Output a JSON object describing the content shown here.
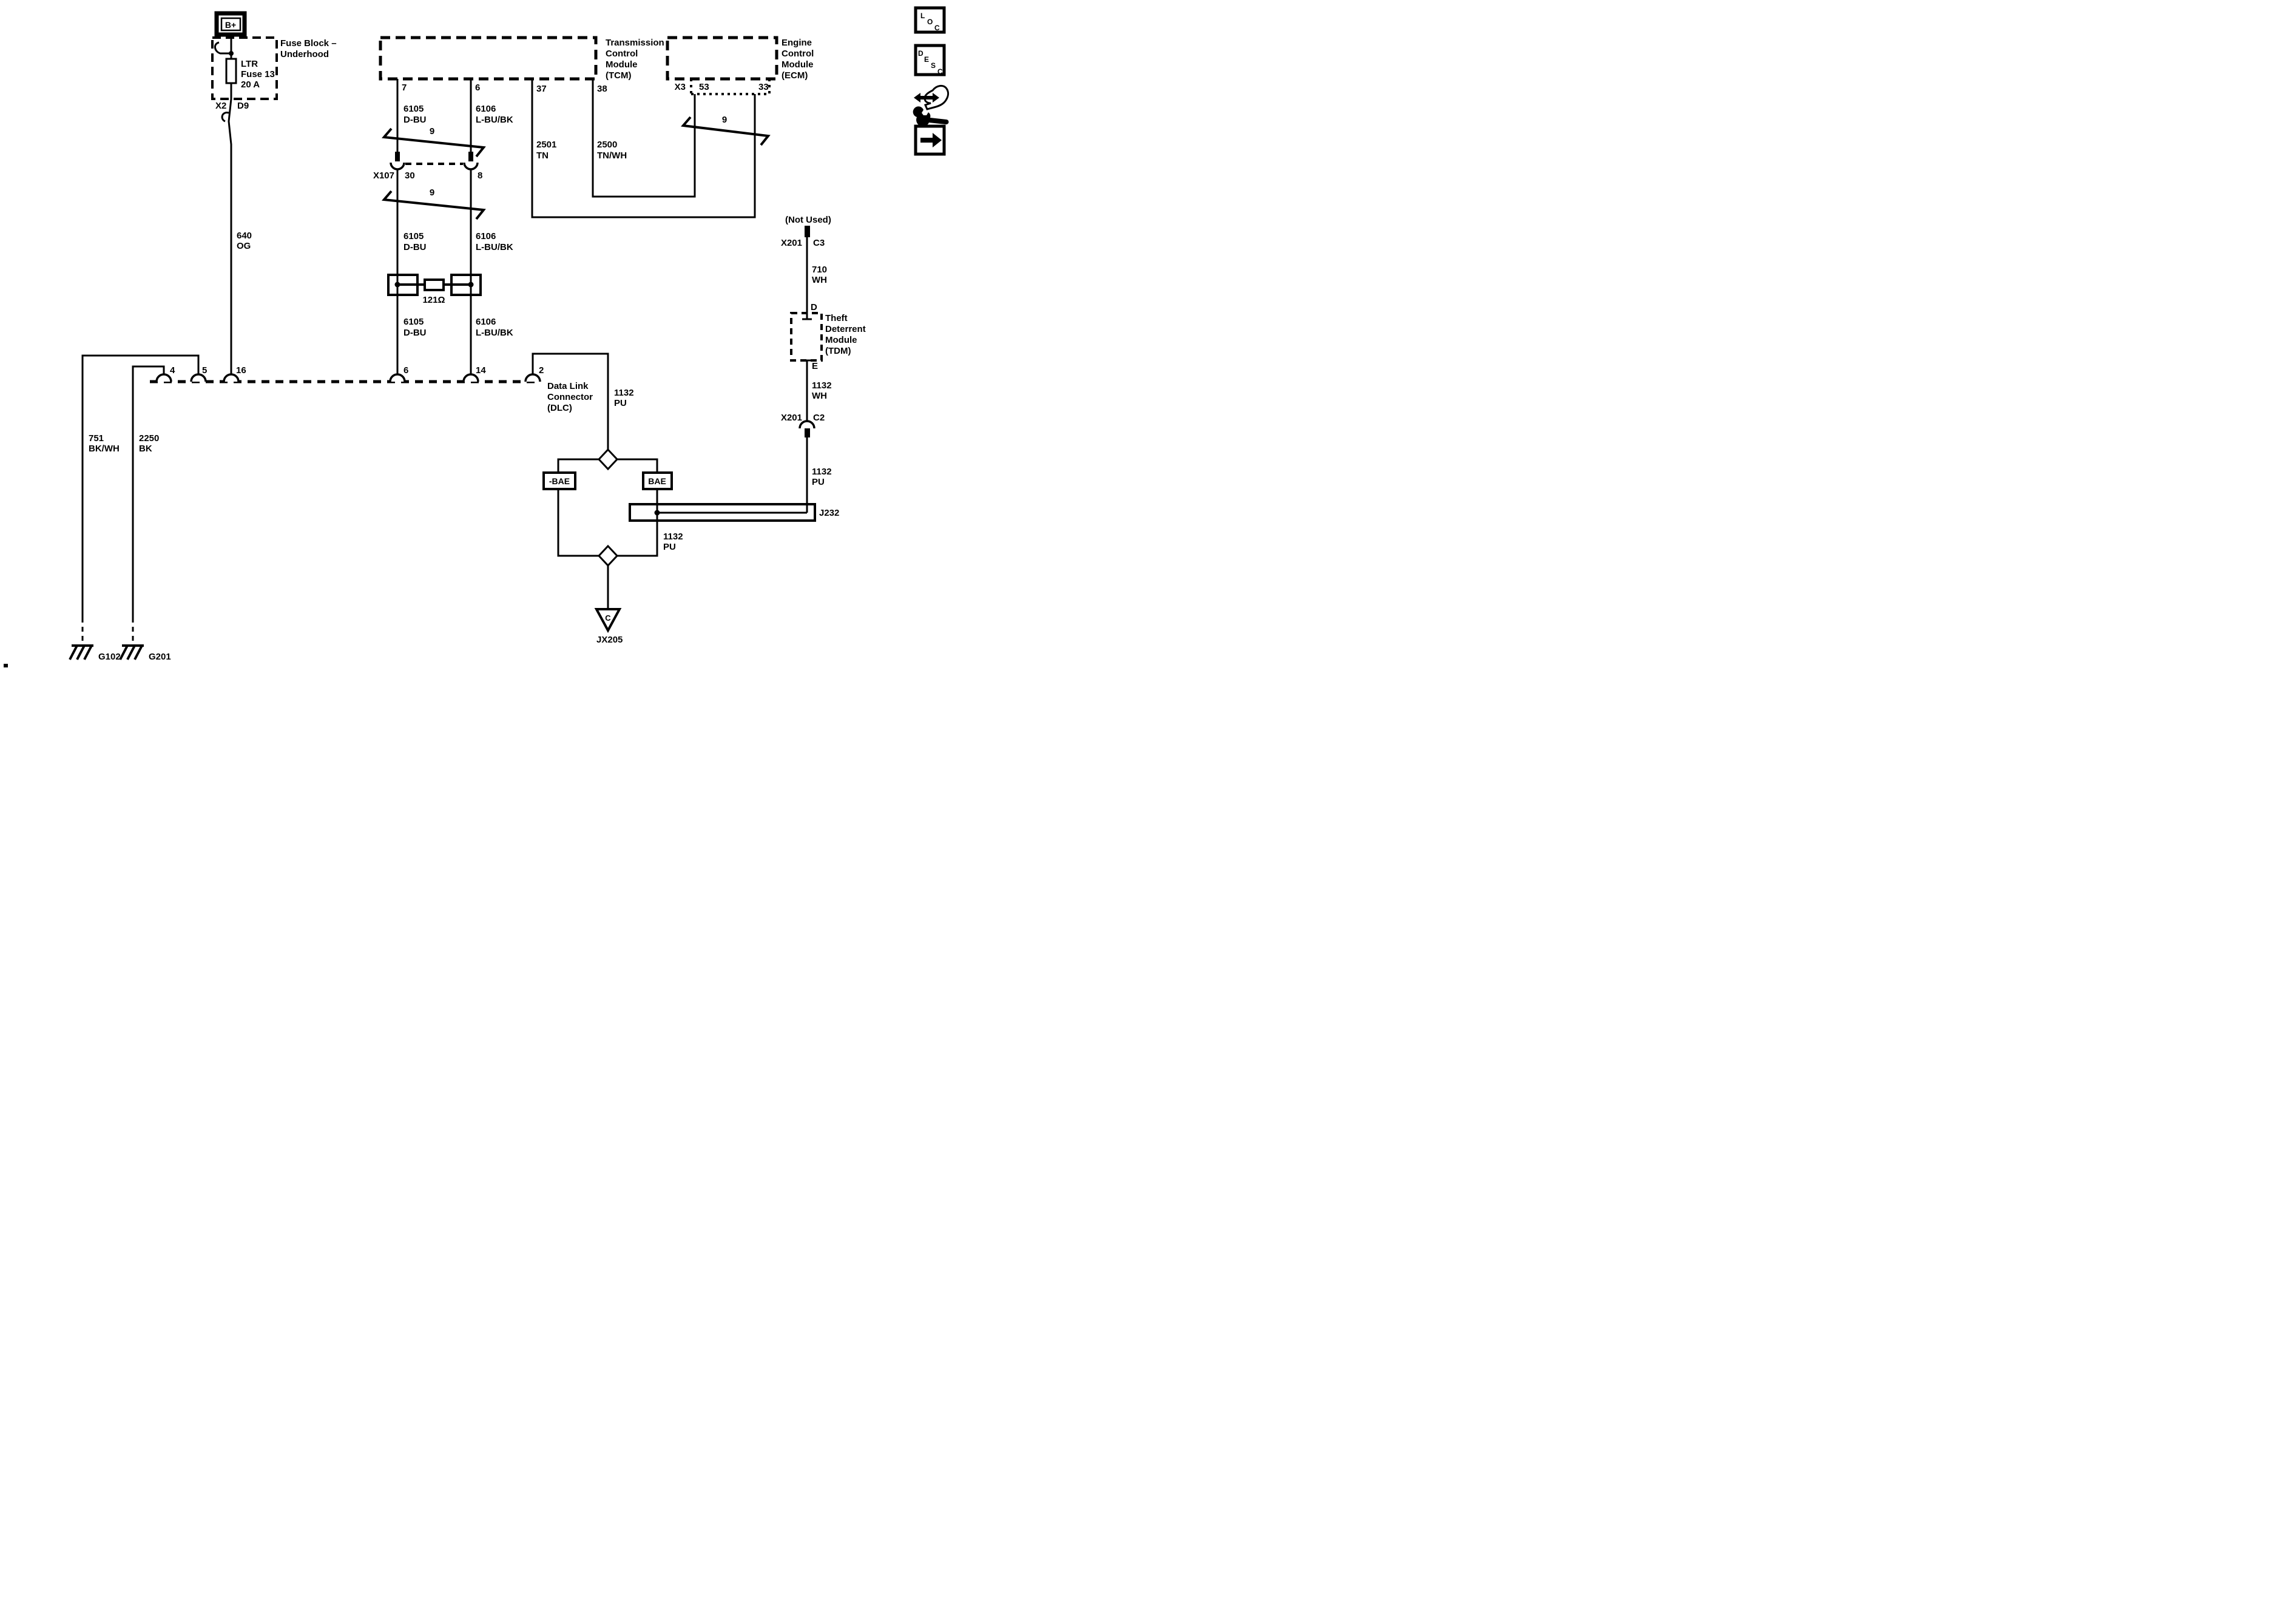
{
  "colors": {
    "ink": "#000000",
    "paper": "#ffffff"
  },
  "power": {
    "b_plus": "B+"
  },
  "fuse_block": {
    "title1": "Fuse Block –",
    "title2": "Underhood",
    "fuse1": "LTR",
    "fuse2": "Fuse 13",
    "fuse3": "20 A",
    "connector": "X2",
    "pin": "D9"
  },
  "tcm": {
    "t1": "Transmission",
    "t2": "Control",
    "t3": "Module",
    "t4": "(TCM)",
    "pin7": "7",
    "pin6": "6",
    "pin37": "37",
    "pin38": "38"
  },
  "ecm": {
    "t1": "Engine",
    "t2": "Control",
    "t3": "Module",
    "t4": "(ECM)",
    "connector": "X3",
    "pin53": "53",
    "pin33": "33"
  },
  "tdm": {
    "t1": "Theft",
    "t2": "Deterrent",
    "t3": "Module",
    "t4": "(TDM)",
    "pin_d": "D",
    "pin_e": "E",
    "not_used": "(Not Used)",
    "connector": "X201",
    "c3": "C3",
    "c2": "C2"
  },
  "dlc": {
    "t1": "Data Link",
    "t2": "Connector",
    "t3": "(DLC)",
    "pin4": "4",
    "pin5": "5",
    "pin16": "16",
    "pin6": "6",
    "pin14": "14",
    "pin2": "2"
  },
  "x107": {
    "connector": "X107",
    "pin30": "30",
    "pin8": "8"
  },
  "circuits": {
    "c640": {
      "num": "640",
      "col": "OG"
    },
    "c6105": {
      "num": "6105",
      "col": "D-BU"
    },
    "c6106": {
      "num": "6106",
      "col": "L-BU/BK"
    },
    "c2501": {
      "num": "2501",
      "col": "TN"
    },
    "c2500": {
      "num": "2500",
      "col": "TN/WH"
    },
    "c710": {
      "num": "710",
      "col": "WH"
    },
    "c1132wh": {
      "num": "1132",
      "col": "WH"
    },
    "c1132pu": {
      "num": "1132",
      "col": "PU"
    },
    "c751": {
      "num": "751",
      "col": "BK/WH"
    },
    "c2250": {
      "num": "2250",
      "col": "BK"
    }
  },
  "twist": {
    "label": "9"
  },
  "resistor": {
    "value": "121Ω"
  },
  "splices": {
    "bae_neg": "-BAE",
    "bae": "BAE",
    "j232": "J232",
    "jx205": "JX205",
    "jx205_c": "C"
  },
  "grounds": {
    "g102": "G102",
    "g201": "G201"
  },
  "legend": {
    "l1": "L",
    "l2": "O",
    "l3": "C",
    "d1": "D",
    "d2": "E",
    "d3": "S",
    "d4": "C"
  }
}
